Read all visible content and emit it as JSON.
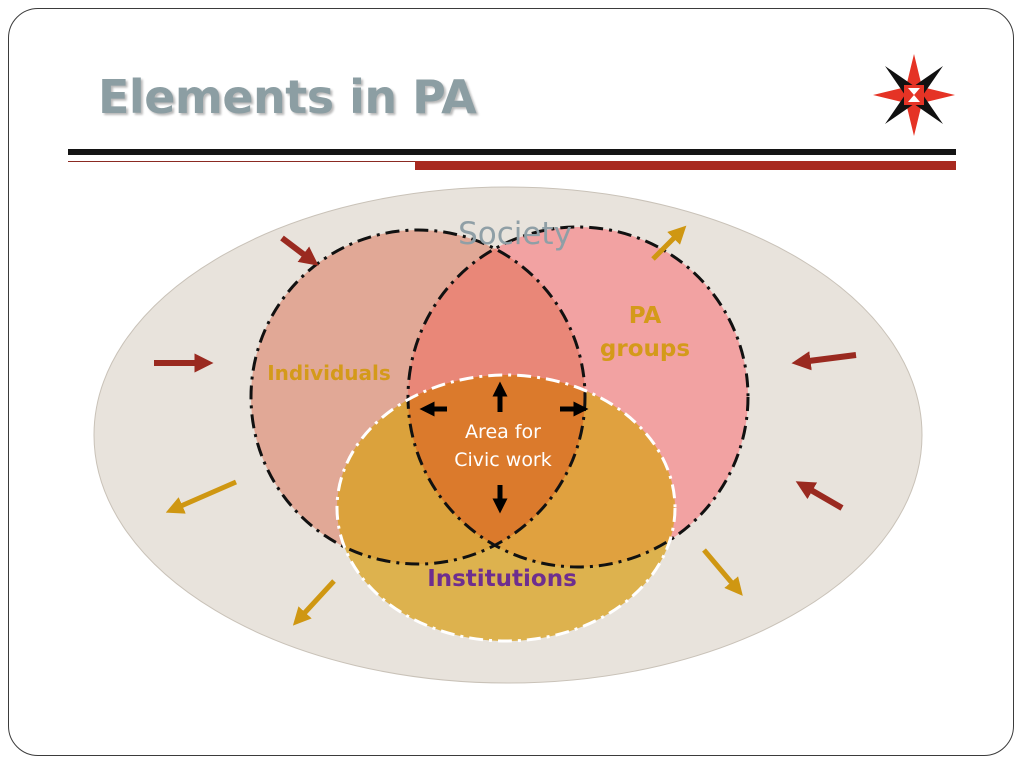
{
  "slide": {
    "title": "Elements in PA"
  },
  "logo": {
    "icon": "star-emblem-icon",
    "colors": [
      "#e53325",
      "#111111",
      "#ffffff"
    ]
  },
  "diagram": {
    "outer": {
      "label": "Society",
      "color": "#e8e3dc",
      "label_color": "#8f9fa6"
    },
    "circles": [
      {
        "id": "individuals",
        "label": "Individuals",
        "color": "#e1a896",
        "label_color": "#d49a1a"
      },
      {
        "id": "pa-groups",
        "label_line1": "PA",
        "label_line2": "groups",
        "color": "#f2a2a2",
        "label_color": "#d49a1a"
      },
      {
        "id": "institutions",
        "label": "Institutions",
        "color": "#dbb558",
        "label_color": "#6e2e8f"
      }
    ],
    "center": {
      "label_line1": "Area for",
      "label_line2": "Civic work",
      "color": "#da7b36",
      "label_color": "#ffffff"
    },
    "arrow_colors": {
      "inward": "#9a2a20",
      "outward": "#cf9712"
    }
  }
}
